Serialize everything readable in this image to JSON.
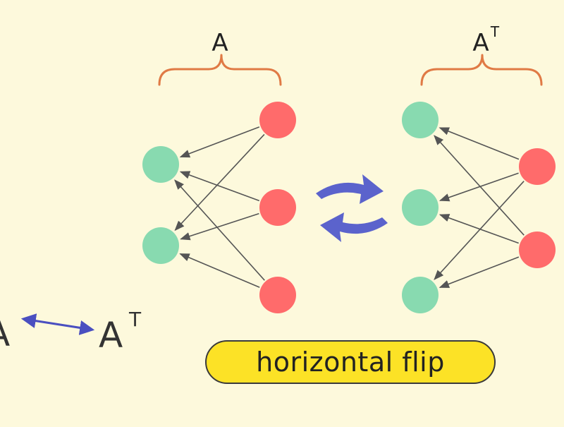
{
  "labels": {
    "left_matrix": "A",
    "right_matrix": "A",
    "right_matrix_superscript": "T",
    "relation_left": "A",
    "relation_right": "A",
    "relation_right_superscript": "T"
  },
  "button": {
    "label": "horizontal flip"
  },
  "colors": {
    "background": "#fdf9dc",
    "source_node": "#ff6b6b",
    "target_node": "#88dab0",
    "brace": "#e07a45",
    "edge": "#555555",
    "flip_arrow": "#5b63cc",
    "relation_arrow": "#4a4fc0",
    "pill_fill": "#fce226"
  },
  "graph_left": {
    "source_nodes": [
      "s1",
      "s2",
      "s3"
    ],
    "target_nodes": [
      "t1",
      "t2"
    ],
    "edges": [
      [
        "s1",
        "t1"
      ],
      [
        "s1",
        "t2"
      ],
      [
        "s2",
        "t1"
      ],
      [
        "s2",
        "t2"
      ],
      [
        "s3",
        "t1"
      ],
      [
        "s3",
        "t2"
      ]
    ]
  },
  "graph_right": {
    "source_nodes": [
      "s1",
      "s2"
    ],
    "target_nodes": [
      "t1",
      "t2",
      "t3"
    ],
    "edges": [
      [
        "s1",
        "t1"
      ],
      [
        "s1",
        "t2"
      ],
      [
        "s1",
        "t3"
      ],
      [
        "s2",
        "t1"
      ],
      [
        "s2",
        "t2"
      ],
      [
        "s2",
        "t3"
      ]
    ]
  }
}
